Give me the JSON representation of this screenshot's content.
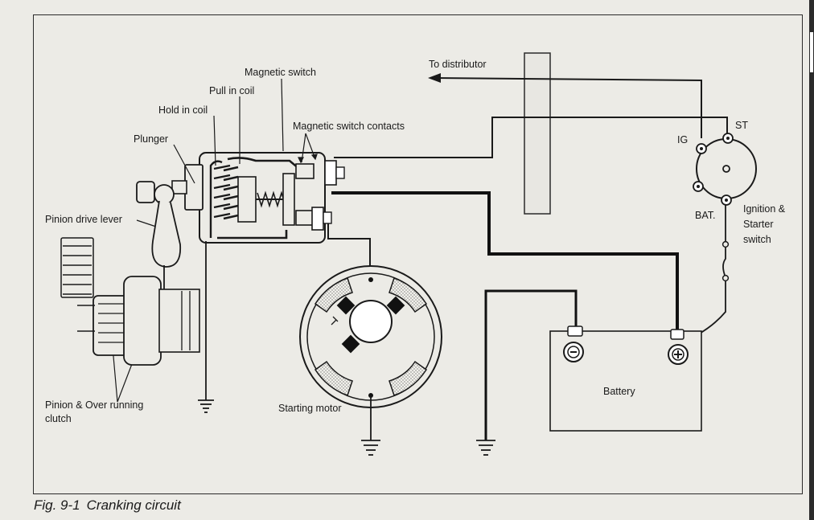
{
  "labels": {
    "to_distributor": "To distributor",
    "magnetic_switch": "Magnetic switch",
    "pull_in_coil": "Pull in coil",
    "hold_in_coil": "Hold in coil",
    "magnetic_switch_contacts": "Magnetic switch contacts",
    "plunger": "Plunger",
    "pinion_drive_lever": "Pinion drive lever",
    "pinion_clutch_line1": "Pinion & Over running",
    "pinion_clutch_line2": "clutch",
    "starting_motor": "Starting motor",
    "battery": "Battery",
    "ig": "IG",
    "st": "ST",
    "bat": "BAT.",
    "ignition_line1": "Ignition &",
    "ignition_line2": "Starter",
    "ignition_line3": "switch"
  },
  "caption": {
    "number": "Fig. 9-1",
    "title": "Cranking circuit"
  },
  "colors": {
    "ink": "#1a1a1a",
    "paper": "#ecebe6",
    "hatch": "#8a8a8a"
  }
}
